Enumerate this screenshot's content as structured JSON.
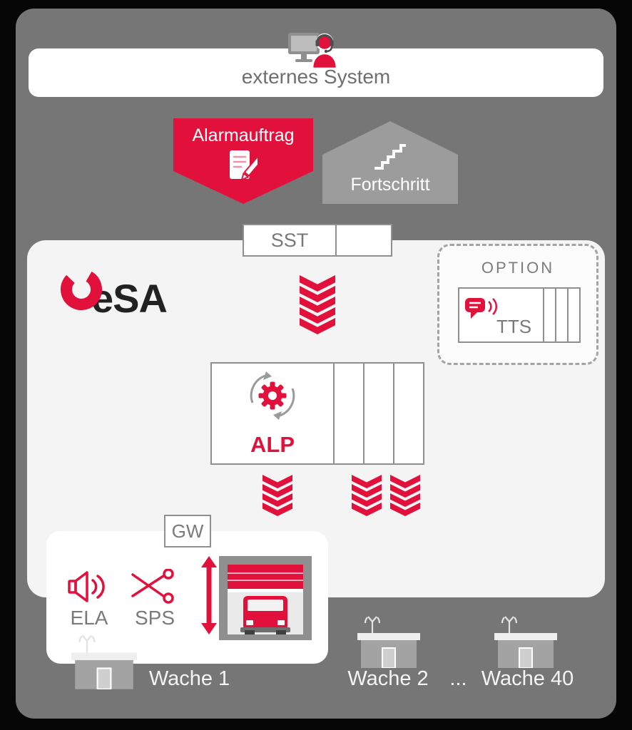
{
  "colors": {
    "background": "#060606",
    "panel_gray": "#767676",
    "panel_light": "#f4f4f4",
    "accent_red": "#e2113c",
    "arrow_gray": "#9c9c9c",
    "border_gray": "#8f8f8f",
    "text_gray": "#7a7a7a",
    "text_white": "#f4f4f4"
  },
  "external_system": {
    "label": "externes System"
  },
  "flows": {
    "alarm_label": "Alarmauftrag",
    "progress_label": "Fortschritt"
  },
  "interface": {
    "label": "SST"
  },
  "esa": {
    "logo_text": "eSA"
  },
  "option": {
    "title": "OPTION",
    "tts_label": "TTS"
  },
  "alp": {
    "label": "ALP"
  },
  "gateway": {
    "label": "GW",
    "ela_label": "ELA",
    "sps_label": "SPS"
  },
  "stations": {
    "station1": "Wache 1",
    "station2": "Wache 2",
    "ellipsis": "...",
    "station40": "Wache 40"
  }
}
